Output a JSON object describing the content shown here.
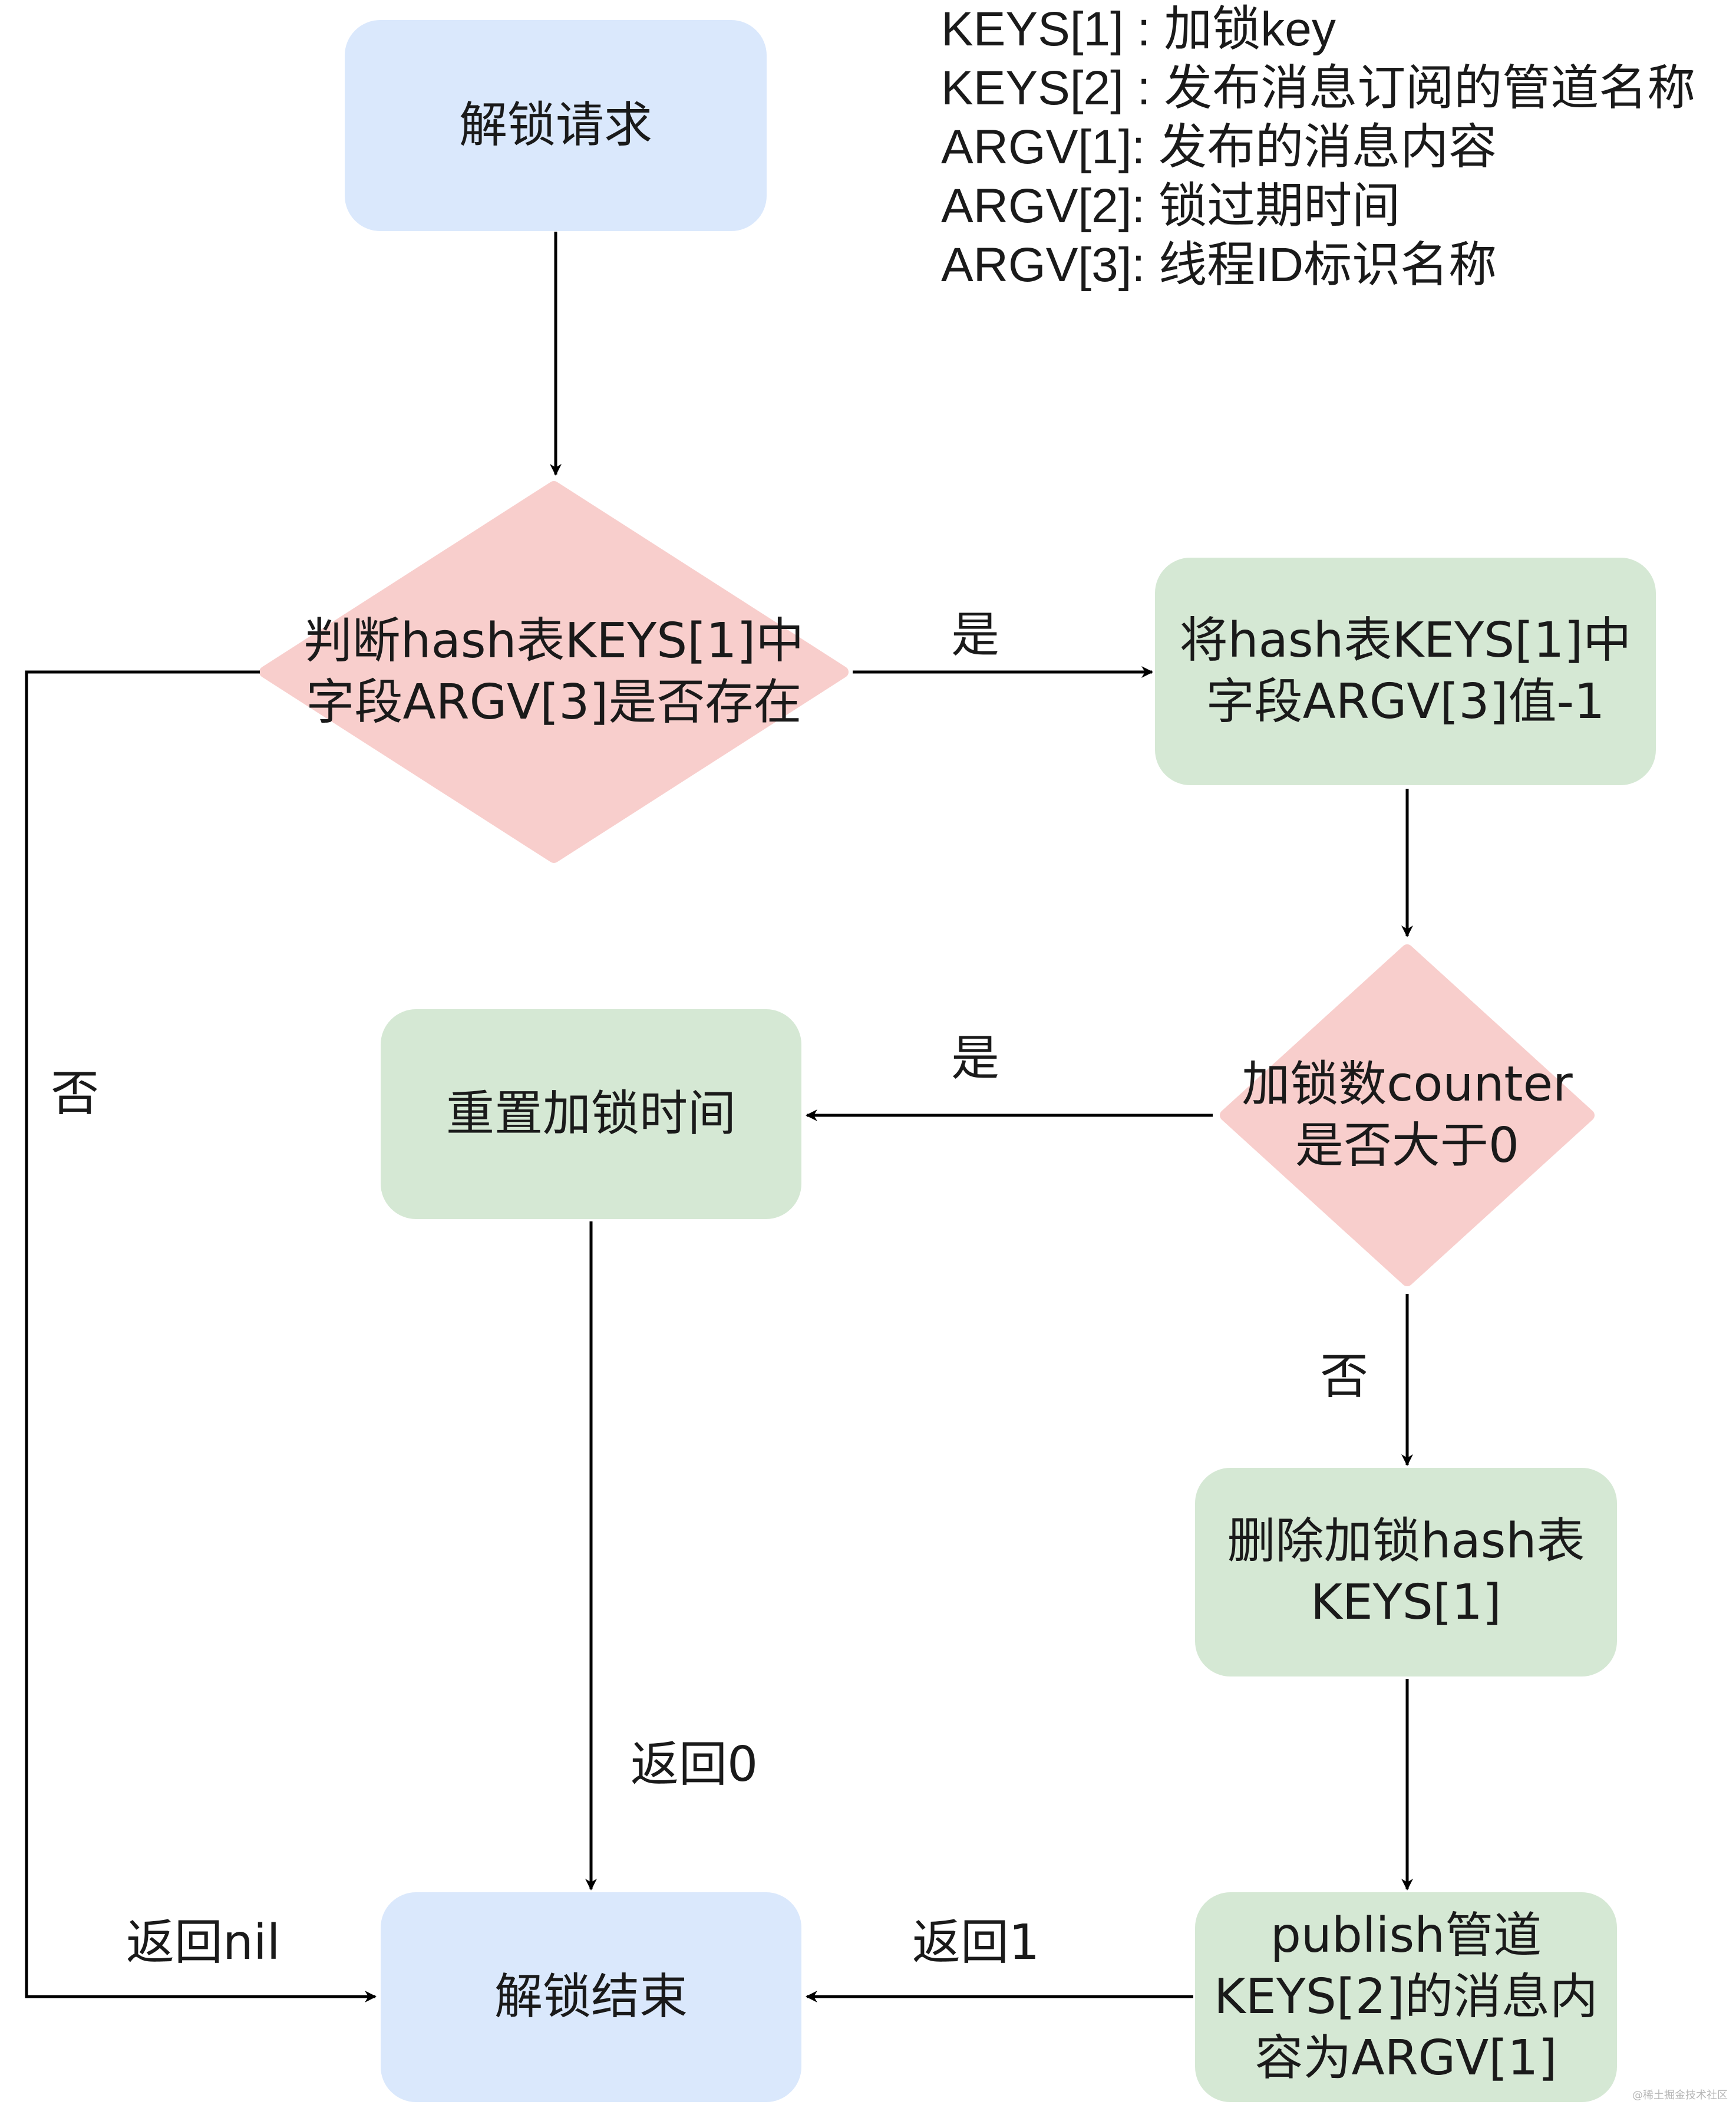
{
  "legend": [
    "KEYS[1] : 加锁key",
    "KEYS[2] : 发布消息订阅的管道名称",
    "ARGV[1]: 发布的消息内容",
    "ARGV[2]: 锁过期时间",
    "ARGV[3]: 线程ID标识名称"
  ],
  "nodes": {
    "unlock_request": "解锁请求",
    "check_field": {
      "line1": "判断hash表KEYS[1]中",
      "line2": "字段ARGV[3]是否存在"
    },
    "decrement": {
      "line1": "将hash表KEYS[1]中",
      "line2": "字段ARGV[3]值-1"
    },
    "counter_check": {
      "line1": "加锁数counter",
      "line2": "是否大于0"
    },
    "reset_time": "重置加锁时间",
    "delete_hash": {
      "line1": "删除加锁hash表",
      "line2": "KEYS[1]"
    },
    "publish": {
      "line1": "publish管道",
      "line2": "KEYS[2]的消息内",
      "line3": "容为ARGV[1]"
    },
    "unlock_end": "解锁结束"
  },
  "edges": {
    "yes_1": "是",
    "no_1": "否",
    "yes_2": "是",
    "no_2": "否",
    "return_0": "返回0",
    "return_nil": "返回nil",
    "return_1": "返回1"
  },
  "colors": {
    "blue_fill": "#dae8fc",
    "green_fill": "#d5e8d4",
    "diamond_fill": "#f8cecc",
    "line": "#000000"
  },
  "watermark": "@稀土掘金技术社区"
}
